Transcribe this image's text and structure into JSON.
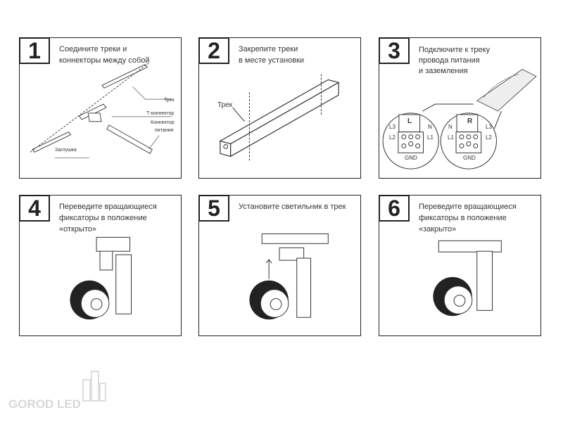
{
  "steps": [
    {
      "number": "1",
      "lines": [
        "Соедините треки и",
        "коннекторы между собой"
      ],
      "labels": {
        "track": "Трек",
        "t_connector": "Т-коннектор",
        "power_connector_1": "Коннектор",
        "power_connector_2": "питания",
        "end_cap": "Заглушка"
      }
    },
    {
      "number": "2",
      "lines": [
        "Закрепите треки",
        "в месте установки"
      ],
      "labels": {
        "track": "Трек"
      }
    },
    {
      "number": "3",
      "lines": [
        "Подключите к треку",
        "провода питания",
        "и заземления"
      ],
      "labels": {
        "left_side": "L",
        "right_side": "R",
        "l1": "L1",
        "l2": "L2",
        "l3": "L3",
        "n": "N",
        "gnd": "GND"
      }
    },
    {
      "number": "4",
      "lines": [
        "Переведите вращающиеся",
        "фиксаторы в положение",
        "«открыто»"
      ]
    },
    {
      "number": "5",
      "lines": [
        "Установите светильник в трек"
      ]
    },
    {
      "number": "6",
      "lines": [
        "Переведите вращающиеся",
        "фиксаторы в положение",
        "«закрыто»"
      ]
    }
  ],
  "logo": {
    "text": "GOROD LED"
  }
}
